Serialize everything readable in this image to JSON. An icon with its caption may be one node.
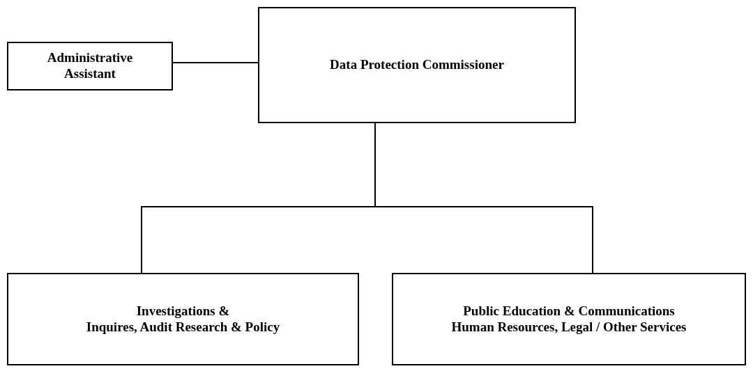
{
  "diagram": {
    "nodes": [
      {
        "text": [
          "Administrative Assistant"
        ]
      },
      {
        "text": [
          "Data Protection Commissioner"
        ]
      },
      {
        "text": [
          "Investigations &",
          "Inquires, Audit Research & Policy"
        ]
      },
      {
        "text": [
          "Public Education & Communications",
          "Human Resources, Legal / Other Services"
        ]
      }
    ],
    "edges": [
      {
        "from": 0,
        "to": 1,
        "arrow": "none"
      },
      {
        "from": 1,
        "to": 2,
        "arrow": "none"
      },
      {
        "from": 1,
        "to": 3,
        "arrow": "none"
      }
    ]
  }
}
